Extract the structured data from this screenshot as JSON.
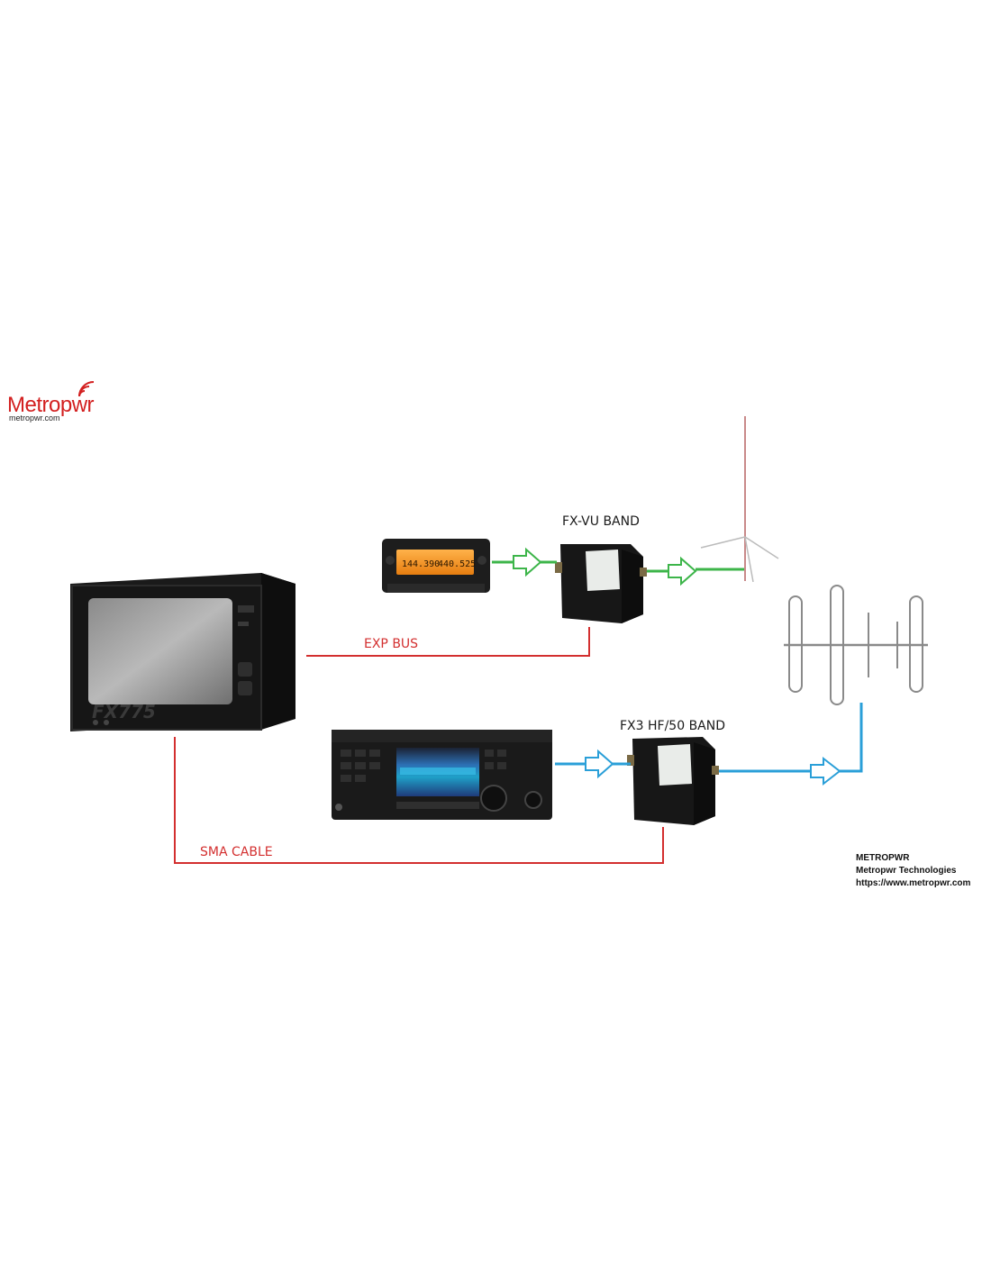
{
  "logo": {
    "name": "Metropwr",
    "url": "metropwr.com"
  },
  "labels": {
    "fx_vu": "FX-VU BAND",
    "fx3": "FX3 HF/50 BAND",
    "exp_bus": "EXP BUS",
    "sma_cable": "SMA CABLE"
  },
  "device_text": {
    "meter_model": "FX775",
    "vhf_display_left": "144.390",
    "vhf_display_right": "440.525"
  },
  "footer": {
    "line1": "METROPWR",
    "line2": "Metropwr Technologies",
    "line3": "https://www.metropwr.com"
  },
  "colors": {
    "green_line": "#3db54a",
    "blue_line": "#2a9fd8",
    "red_line": "#d32f2f",
    "logo_red": "#d32020"
  }
}
